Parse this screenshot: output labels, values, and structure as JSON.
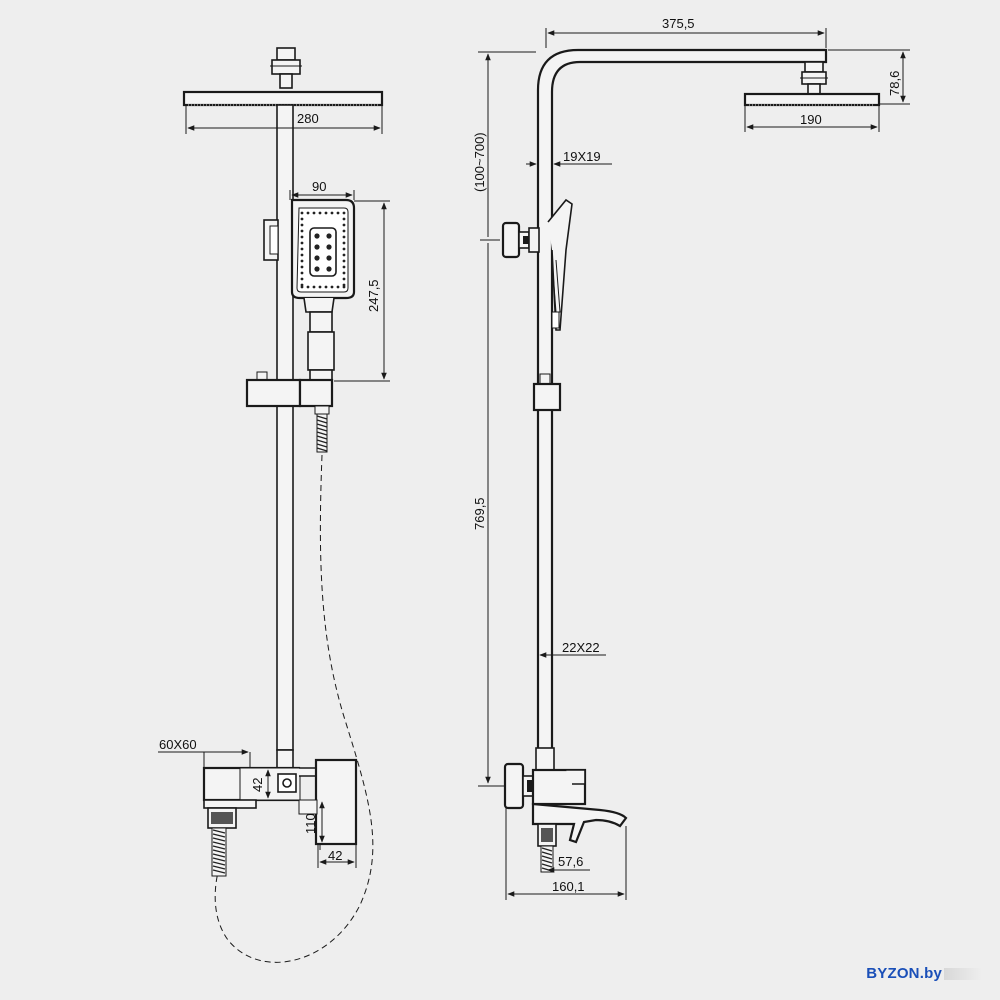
{
  "drawing": {
    "front_view": {
      "dimensions": {
        "head_width": "280",
        "hand_shower_width": "90",
        "hand_shower_height": "247,5",
        "mixer_body": "60X60",
        "mixer_height": "42",
        "spout_drop": "110",
        "handle_width": "42"
      }
    },
    "side_view": {
      "dimensions": {
        "arm_reach": "375,5",
        "head_height": "78,6",
        "head_diameter": "190",
        "adjust_range": "(100~700)",
        "upper_tube": "19X19",
        "rail_length": "769,5",
        "lower_tube": "22X22",
        "spout_base": "57,6",
        "spout_reach": "160,1"
      }
    }
  },
  "watermark": {
    "text": "BYZON.by"
  }
}
